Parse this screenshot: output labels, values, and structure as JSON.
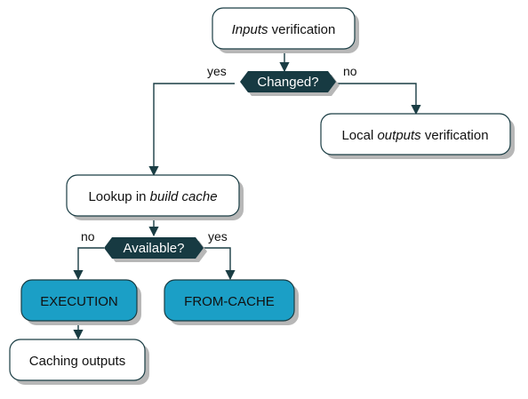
{
  "nodes": {
    "inputs_verification": {
      "em": "Inputs",
      "rest": " verification"
    },
    "changed": {
      "label": "Changed?"
    },
    "local_outputs_verification": {
      "pre": "Local ",
      "em": "outputs",
      "rest": " verification"
    },
    "lookup_build_cache": {
      "pre": "Lookup in ",
      "em": "build cache"
    },
    "available": {
      "label": "Available?"
    },
    "execution": {
      "label": "EXECUTION"
    },
    "from_cache": {
      "label": "FROM-CACHE"
    },
    "caching_outputs": {
      "label": "Caching outputs"
    }
  },
  "edges": {
    "changed_yes": "yes",
    "changed_no": "no",
    "available_no": "no",
    "available_yes": "yes"
  },
  "colors": {
    "box_fill": "#ffffff",
    "box_border": "#1a3d44",
    "decision_fill": "#173a42",
    "outcome_fill": "#1b9fc6",
    "line": "#1a3d44",
    "shadow": "#b7b7b7"
  }
}
